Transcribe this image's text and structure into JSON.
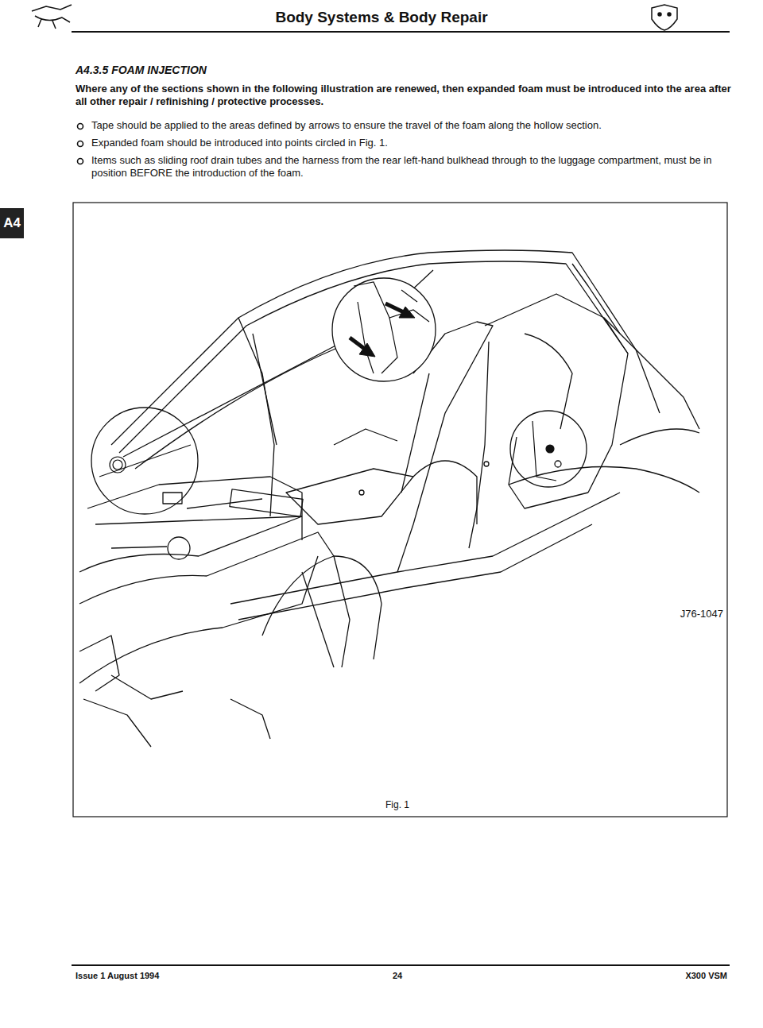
{
  "diagram": {
    "title": "Body Systems & Body Repair",
    "labels": [
      "A4.3.5 FOAM INJECTION",
      "Where any of the sections shown in the following illustration are renewed, then expanded foam must be introduced into the area after all other repair / refinishing / protective processes.",
      "Tape should be applied to the areas defined by arrows to ensure the travel of the foam along the hollow section.",
      "Expanded foam should be introduced into points circled in Fig. 1.",
      "Items such as sliding roof drain tubes and the harness from the rear left-hand bulkhead through to the luggage compartment, must be in position BEFORE the introduction of the foam.",
      "J76-1047",
      "Fig. 1",
      "A4",
      "Issue 1 August 1994",
      "24",
      "X300 VSM"
    ]
  }
}
